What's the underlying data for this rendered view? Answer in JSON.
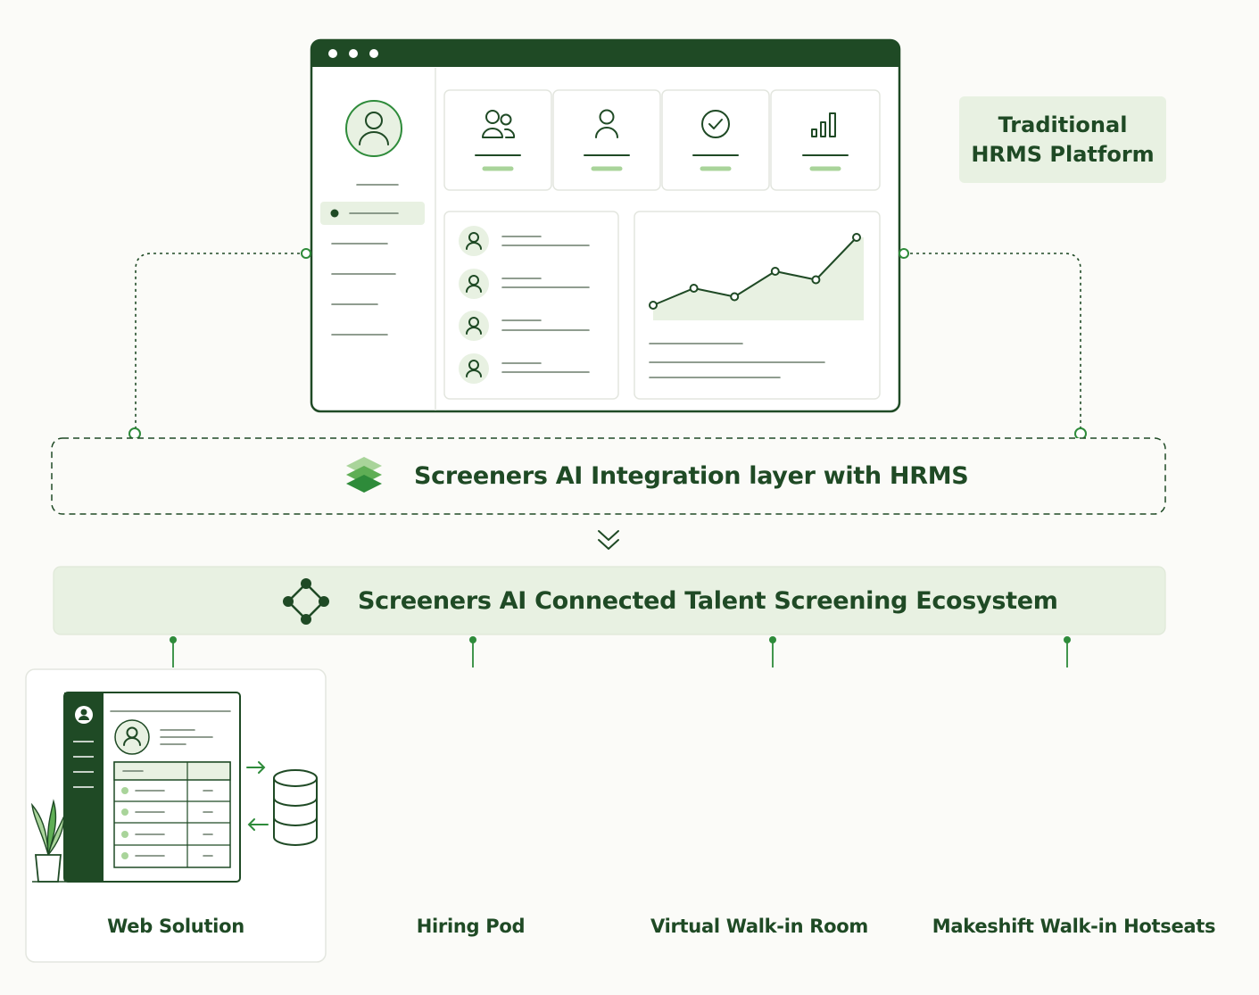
{
  "hrms": {
    "title_line1": "Traditional",
    "title_line2": "HRMS Platform"
  },
  "integration": {
    "label": "Screeners AI Integration layer with HRMS"
  },
  "ecosystem": {
    "label": "Screeners AI Connected Talent Screening Ecosystem"
  },
  "cards": [
    {
      "label": "Web Solution"
    },
    {
      "label": "Hiring Pod"
    },
    {
      "label": "Virtual Walk-in Room"
    },
    {
      "label": "Makeshift Walk-in Hotseats"
    }
  ],
  "chart_line": {
    "values": [
      1,
      3,
      2,
      5,
      4,
      9
    ]
  },
  "colors": {
    "dark_green": "#1f4a25",
    "accent_green": "#2e8b3a",
    "light_green": "#e8f1e2",
    "mid_green": "#a9d49a",
    "background": "#fbfbf8"
  },
  "icons": [
    "people-icon",
    "user-icon",
    "check-circle-icon",
    "bar-chart-icon",
    "layers-icon",
    "network-icon",
    "chevrons-down-icon",
    "database-icon",
    "mic-icon",
    "video-icon",
    "more-icon",
    "end-call-icon"
  ]
}
